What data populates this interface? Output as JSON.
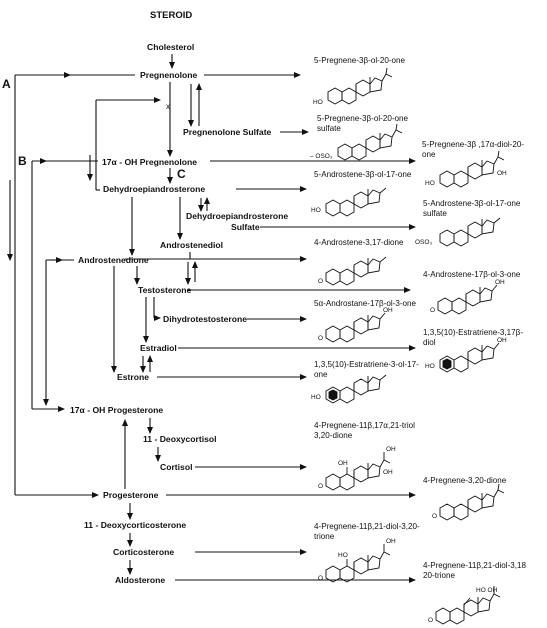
{
  "title": "STEROID",
  "letters": [
    "A",
    "B",
    "C"
  ],
  "pathway": {
    "cholesterol": "Cholesterol",
    "pregnenolone": "Pregnenolone",
    "pregnenolone_sulfate": "Pregnenolone Sulfate",
    "oh17_pregnenolone": "17α - OH Pregnenolone",
    "dhea": "Dehydroepiandrosterone",
    "dhea_sulfate_line1": "Dehydroepiandrosterone",
    "dhea_sulfate_line2": "Sulfate",
    "androstenediol": "Androstenediol",
    "androstenedione": "Androstenedione",
    "testosterone": "Testosterone",
    "dihydrotestosterone": "Dihydrotestosterone",
    "estradiol": "Estradiol",
    "estrone": "Estrone",
    "oh17_progesterone": "17α - OH Progesterone",
    "deoxycortisol": "11 - Deoxycortisol",
    "cortisol": "Cortisol",
    "progesterone": "Progesterone",
    "deoxycorticosterone": "11 - Deoxycorticosterone",
    "corticosterone": "Corticosterone",
    "aldosterone": "Aldosterone"
  },
  "structures": {
    "s1": "5-Pregnene-3β-ol-20-one",
    "s2_line1": "5-Pregnene-3β-ol-20-one",
    "s2_line2": "sulfate",
    "s3_line1": "5-Pregnene-3β ,17α-diol-20-",
    "s3_line2": "one",
    "s4": "5-Androstene-3β-ol-17-one",
    "s5_line1": "5-Androstene-3β-ol-17-one",
    "s5_line2": "sulfate",
    "s6": "4-Androstene-3,17-dione",
    "s7": "4-Androstene-17β-ol-3-one",
    "s8_line1": "5α-Androstane-17β-ol-3-one",
    "s9_line1": "1,3,5(10)-Estratriene-3,17β-",
    "s9_line2": "diol",
    "s10_line1": "1,3,5(10)-Estratriene-3-ol-17-",
    "s10_line2": "one",
    "s11_line1": "4-Pregnene-11β,17α,21-triol",
    "s11_line2": "3,20-dione",
    "s12": "4-Pregnene-3,20-dione",
    "s13_line1": "4-Pregnene-11β,21-diol-3,20-",
    "s13_line2": "trione",
    "s14_line1": "4-Pregnene-11β,21-diol-3,18",
    "s14_line2": "20-trione"
  },
  "atom_labels": {
    "oh": "OH",
    "ho": "HO",
    "o": "O",
    "oso3": "– OSO₃",
    "oso3_b": "OSO₃",
    "ho_oh": "HO   OH"
  }
}
